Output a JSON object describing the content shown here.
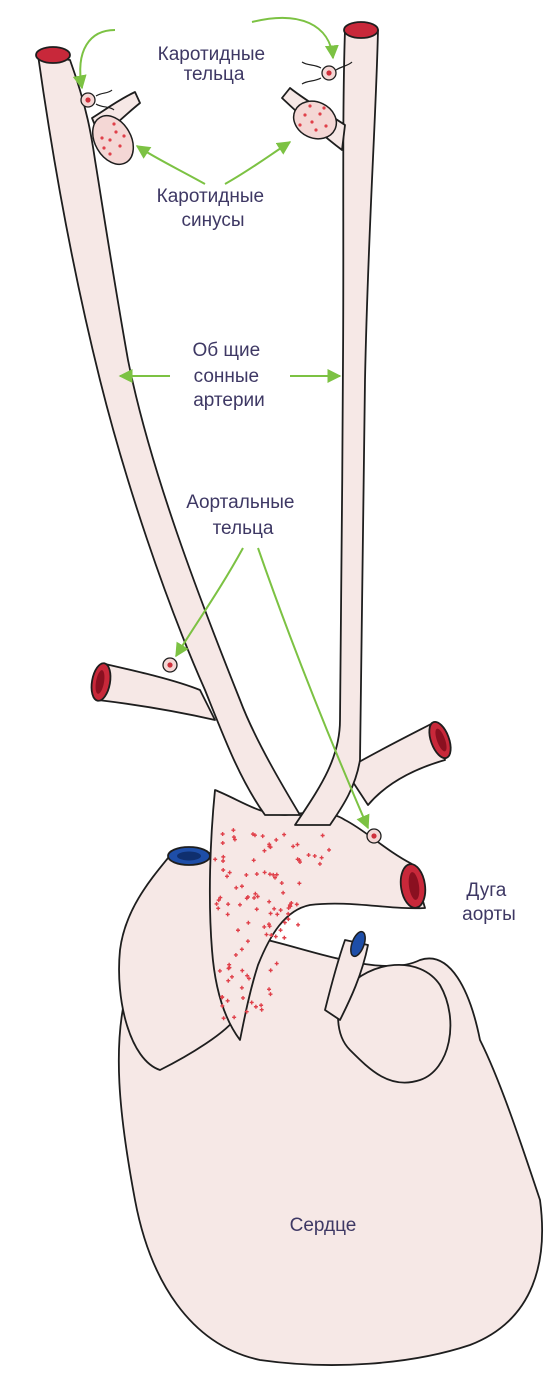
{
  "labels": {
    "carotid_bodies": [
      "Каротидные",
      "тельца"
    ],
    "carotid_sinuses": [
      "Каротидные",
      "синусы"
    ],
    "common_carotid": [
      "Об щие",
      "сонные",
      "артерии"
    ],
    "aortic_bodies": [
      "Аортальные",
      "тельца"
    ],
    "aortic_arch": [
      "Дуга",
      "аорты"
    ],
    "heart": "Сердце"
  },
  "colors": {
    "tissue": "#f6e8e6",
    "outline": "#1e1e1e",
    "arrow": "#7cc243",
    "label": "#3e3864",
    "artery_lumen": "#c8283a",
    "vein_lumen": "#1e4ea8",
    "receptor_dots": "#e0404a"
  }
}
